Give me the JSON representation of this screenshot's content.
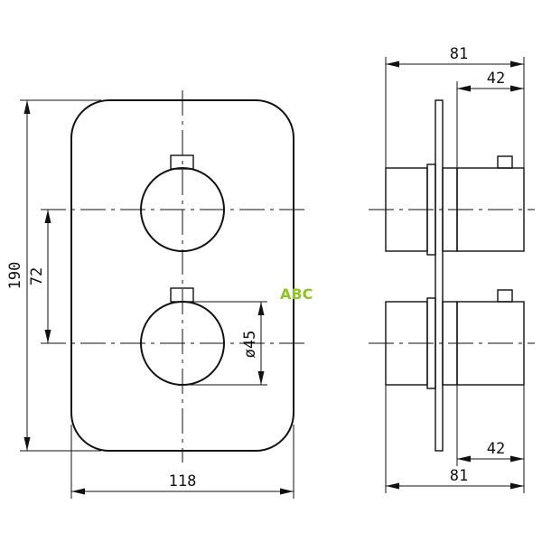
{
  "dimensions": {
    "front_width": "118",
    "front_height": "190",
    "knob_spacing": "72",
    "knob_diameter": "ø45",
    "side_total_top": "81",
    "side_partial_top": "42",
    "side_partial_bottom": "42",
    "side_total_bottom": "81"
  },
  "watermark": "ABC",
  "colors": {
    "line": "#111111",
    "watermark": "#8fc31f",
    "background": "#ffffff"
  }
}
